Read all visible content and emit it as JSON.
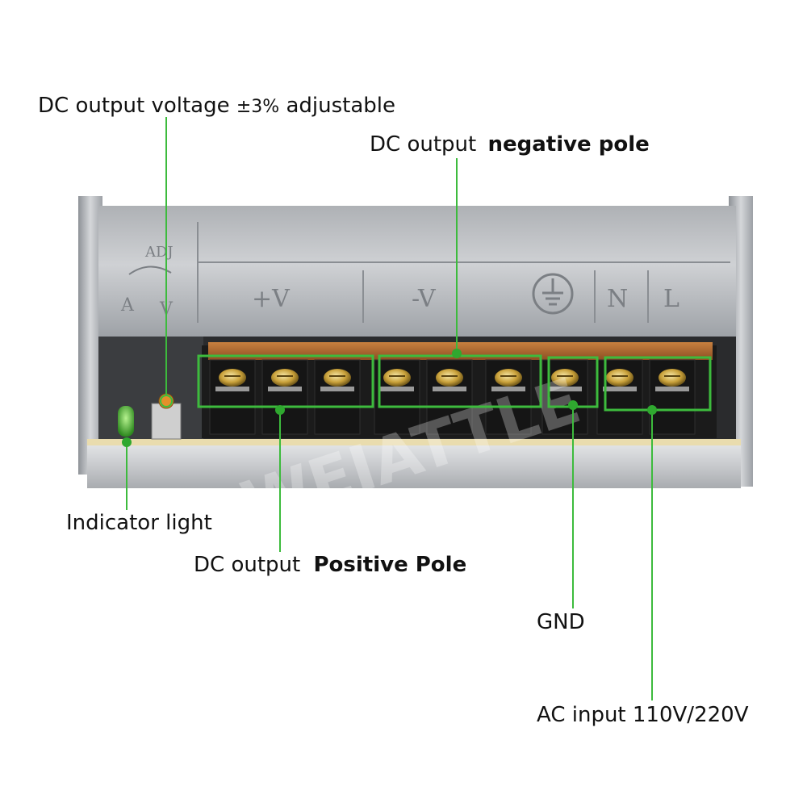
{
  "device": {
    "adj_label": "ADJ",
    "av_label": "A",
    "v_label": "V",
    "plus_v": "+V",
    "minus_v": "-V",
    "n_label": "N",
    "l_label": "L",
    "watermark": "WEIATTLE"
  },
  "labels": {
    "adjust_prefix": "DC output voltage",
    "adjust_value": "±3%",
    "adjust_suffix": "adjustable",
    "negative_prefix": "DC output",
    "negative_emph": "negative pole",
    "indicator": "Indicator light",
    "positive_prefix": "DC output",
    "positive_emph": "Positive Pole",
    "gnd": "GND",
    "ac_input": "AC input 110V/220V"
  },
  "colors": {
    "callout_green": "#3dbb3d",
    "marker_green": "#2fa82f",
    "metal_light": "#d4d6d9",
    "metal_dark": "#8d9196",
    "terminal_black": "#1b1b1b",
    "screw_gold": "#c9a13a",
    "barrier_orange": "#b86a2e"
  }
}
